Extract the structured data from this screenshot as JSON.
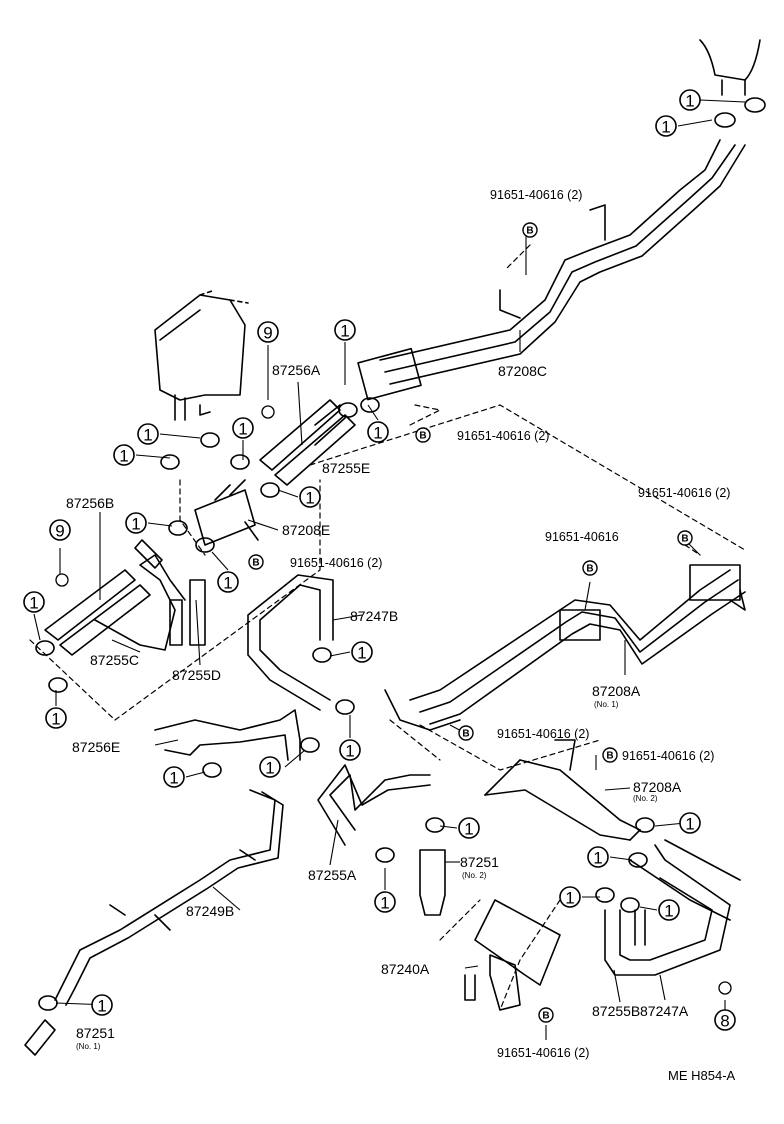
{
  "diagram": {
    "footer_code": "ME H854-A",
    "parts": {
      "hose_87256A": "87256A",
      "hose_87256B": "87256B",
      "hose_87256E": "87256E",
      "hose_87255A": "87255A",
      "hose_87255B": "87255B",
      "hose_87255C": "87255C",
      "hose_87255D": "87255D",
      "hose_87255E": "87255E",
      "pipe_87208A": "87208A",
      "pipe_87208A_no2": "87208A",
      "pipe_87208C": "87208C",
      "pipe_87208E": "87208E",
      "hose_87247A": "87247A",
      "hose_87247B": "87247B",
      "hose_87249B": "87249B",
      "valve_87240A": "87240A",
      "plug_87251": "87251",
      "plug_87251_no1": "87251",
      "plug_87251_no2": "87251"
    },
    "sub_labels": {
      "no1": "(No. 1)",
      "no2": "(No. 2)"
    },
    "bolt_labels": {
      "b1": "91651-40616 (2)",
      "b2": "91651-40616 (2)",
      "b3": "91651-40616 (2)",
      "b4": "91651-40616 (2)",
      "b5": "91651-40616",
      "b6": "91651-40616 (2)",
      "b7": "91651-40616 (2)",
      "b8": "91651-40616 (2)"
    },
    "ref_marks": {
      "clip": "1",
      "grommet_nine": "9",
      "grommet_eight": "8",
      "bolt": "B"
    }
  }
}
